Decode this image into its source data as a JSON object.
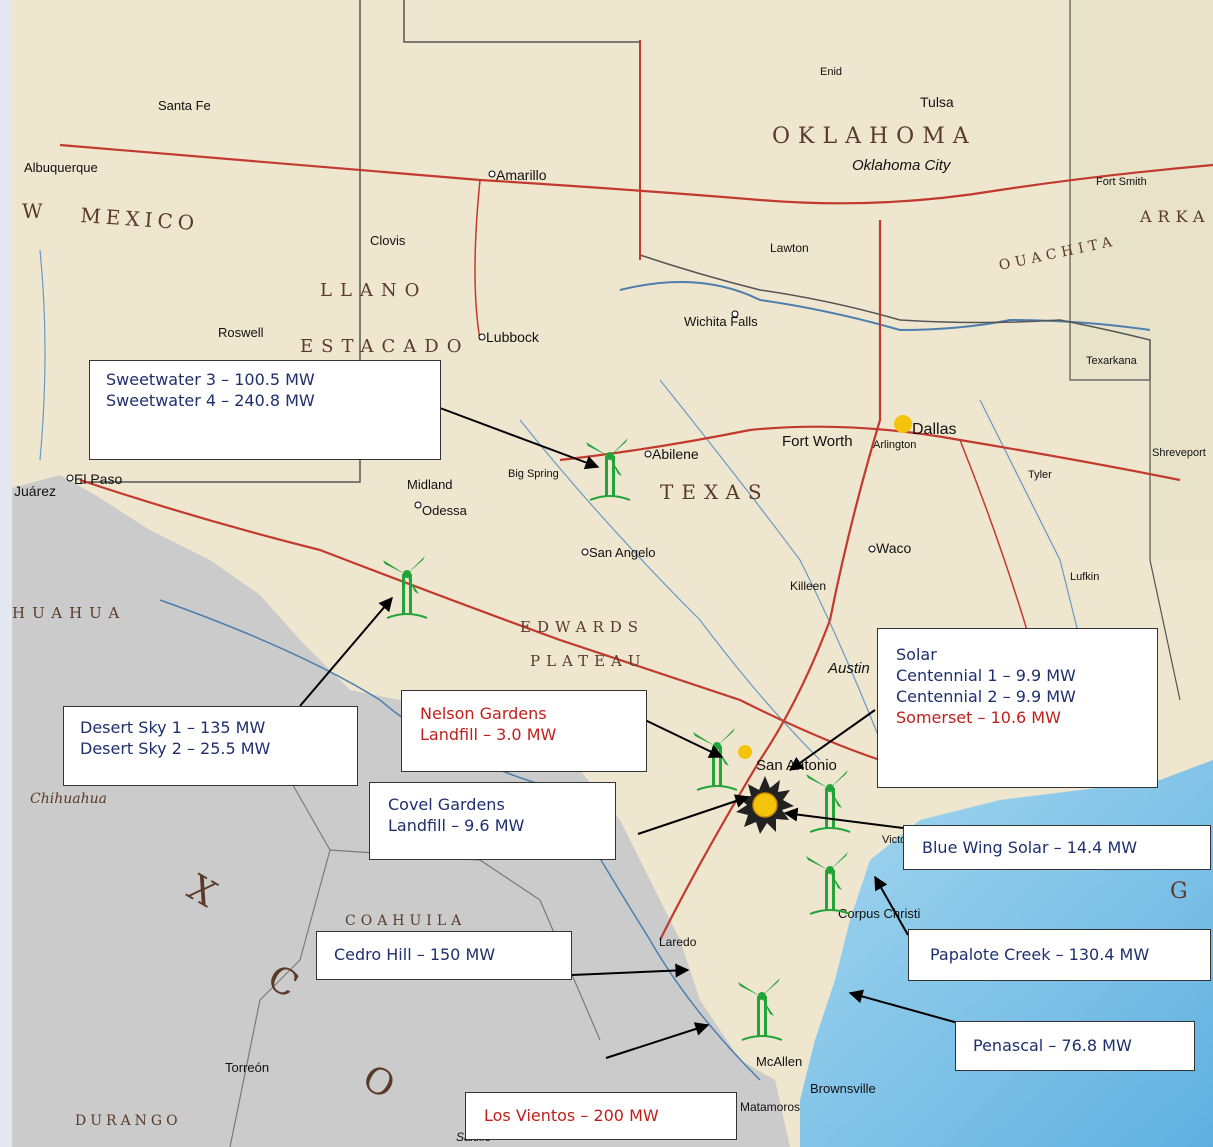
{
  "map_labels": {
    "oklahoma": "OKLAHOMA",
    "texas": "TEXAS",
    "new_mexico": "MEXICO",
    "new_mexico_w": "W",
    "llano": "LLANO",
    "estacado": "ESTACADO",
    "edwards": "EDWARDS",
    "plateau": "PLATEAU",
    "chihuahua_state": "HUAHUA",
    "chihuahua_city": "Chihuahua",
    "coahuila": "COAHUILA",
    "mexico_x": "X",
    "mexico_c": "C",
    "mexico_o": "O",
    "durango": "DURANGO",
    "arkansas": "ARKA",
    "ouachita": "OUACHITA",
    "gulf_g": "G",
    "cities": {
      "amarillo": "Amarillo",
      "lubbock": "Lubbock",
      "abilene": "Abilene",
      "el_paso": "El Paso",
      "juarez": "Juárez",
      "odessa": "Odessa",
      "midland": "Midland",
      "san_angelo": "San Angelo",
      "dallas": "Dallas",
      "fort_worth": "Fort Worth",
      "arlington": "Arlington",
      "oklahoma_city": "Oklahoma City",
      "wichita_falls": "Wichita Falls",
      "tulsa": "Tulsa",
      "waco": "Waco",
      "austin": "Austin",
      "san_antonio": "San Antonio",
      "corpus_christi": "Corpus Christi",
      "laredo": "Laredo",
      "mcallen": "McAllen",
      "brownsville": "Brownsville",
      "matamoros": "Matamoros",
      "torreon": "Torreón",
      "saltillo": "Saltillo",
      "albuquerque": "Albuquerque",
      "santa_fe": "Santa Fe",
      "roswell": "Roswell",
      "clovis": "Clovis",
      "shreveport": "Shreveport",
      "fort_smith": "Fort Smith",
      "big_spring": "Big Spring",
      "victoria": "Victoria",
      "killeen": "Killeen",
      "lufkin": "Lufkin",
      "tyler": "Tyler",
      "texarkana": "Texarkana",
      "lawton": "Lawton",
      "enid": "Enid"
    }
  },
  "callouts": {
    "sweetwater": {
      "line1": "Sweetwater 3 – 100.5 MW",
      "line2": "Sweetwater 4 – 240.8 MW"
    },
    "desert_sky": {
      "line1": "Desert Sky 1 – 135 MW",
      "line2": "Desert Sky 2 – 25.5 MW"
    },
    "nelson_gardens": {
      "line1": "Nelson Gardens",
      "line2": "Landfill – 3.0 MW"
    },
    "covel_gardens": {
      "line1": "Covel Gardens",
      "line2": "Landfill – 9.6 MW"
    },
    "solar": {
      "title": "Solar",
      "line1": "Centennial 1 – 9.9 MW",
      "line2": "Centennial 2 – 9.9 MW",
      "line3": "Somerset – 10.6 MW"
    },
    "blue_wing": {
      "line1": "Blue Wing Solar – 14.4 MW"
    },
    "papalote_creek": {
      "line1": "Papalote Creek – 130.4 MW"
    },
    "cedro_hill": {
      "line1": "Cedro Hill – 150 MW"
    },
    "penascal": {
      "line1": "Penascal – 76.8 MW"
    },
    "los_vientos": {
      "line1": "Los Vientos – 200 MW"
    }
  },
  "icons": {
    "wind": "wind-turbine-icon",
    "sun": "sun-icon",
    "landfill": "landfill-marker-icon"
  },
  "colors": {
    "text_blue": "#1f2f6e",
    "text_red": "#c0201c",
    "turbine_green": "#23a43a",
    "sun_yellow": "#f4c40c",
    "land": "#efe6cf",
    "mexico": "#c9c9c9",
    "water": "#7fc4e8"
  }
}
